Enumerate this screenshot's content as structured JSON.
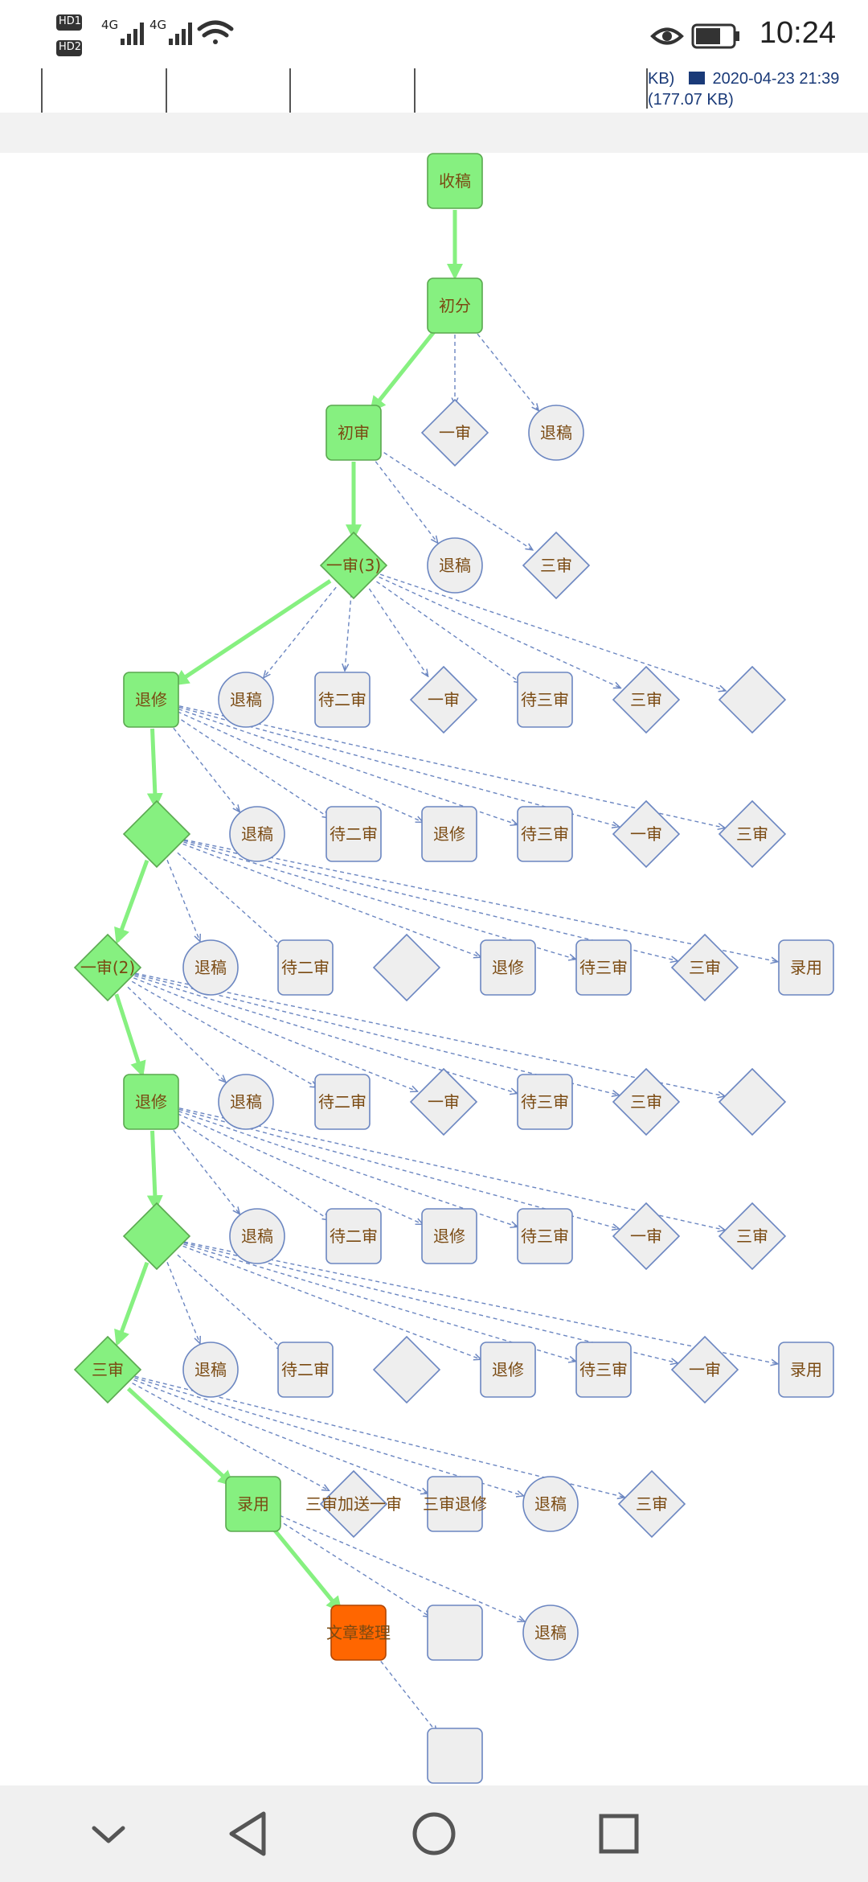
{
  "status_bar": {
    "sim1_badge": "HD1",
    "sim2_badge": "HD2",
    "net1": "4G",
    "net2": "4G",
    "time": "10:24",
    "icons": [
      "hd-icon",
      "signal-icon",
      "wifi-icon",
      "eye-icon",
      "battery-icon"
    ]
  },
  "file_info": {
    "prefix": "KB)",
    "date": "2020-04-23 21:39",
    "size": "(177.07 KB)"
  },
  "colors": {
    "main_green": "#86f080",
    "green_edge": "#5aa84f",
    "node_grey": "#eeeeee",
    "node_border": "#6b86c1",
    "highlight_orange": "#ff6600",
    "label": "#7a4a12"
  },
  "nav_bar": {
    "icons": [
      "chevron-down-icon",
      "back-icon",
      "home-icon",
      "recents-icon"
    ]
  },
  "nodes": [
    {
      "id": "n1",
      "shape": "rect",
      "label": "收稿",
      "style": "green"
    },
    {
      "id": "n2",
      "shape": "rect",
      "label": "初分",
      "style": "green"
    },
    {
      "id": "n3",
      "shape": "rect",
      "label": "初审",
      "style": "green"
    },
    {
      "id": "n4",
      "shape": "diamond",
      "label": "一审",
      "style": "grey"
    },
    {
      "id": "n5",
      "shape": "circle",
      "label": "退稿",
      "style": "grey"
    },
    {
      "id": "n6",
      "shape": "diamond",
      "label": "一审(3)",
      "style": "green"
    },
    {
      "id": "n7",
      "shape": "circle",
      "label": "退稿",
      "style": "grey"
    },
    {
      "id": "n8",
      "shape": "diamond",
      "label": "三审",
      "style": "grey"
    },
    {
      "id": "n9",
      "shape": "rect",
      "label": "退修",
      "style": "green"
    },
    {
      "id": "n10",
      "shape": "circle",
      "label": "退稿",
      "style": "grey"
    },
    {
      "id": "n11",
      "shape": "rect",
      "label": "待二审",
      "style": "grey"
    },
    {
      "id": "n12",
      "shape": "diamond",
      "label": "一审",
      "style": "grey"
    },
    {
      "id": "n13",
      "shape": "rect",
      "label": "待三审",
      "style": "grey"
    },
    {
      "id": "n14",
      "shape": "diamond",
      "label": "三审",
      "style": "grey"
    },
    {
      "id": "n15",
      "shape": "diamond",
      "label": "",
      "style": "grey"
    },
    {
      "id": "n16",
      "shape": "diamond",
      "label": "",
      "style": "green"
    },
    {
      "id": "n17",
      "shape": "circle",
      "label": "退稿",
      "style": "grey"
    },
    {
      "id": "n18",
      "shape": "rect",
      "label": "待二审",
      "style": "grey"
    },
    {
      "id": "n19",
      "shape": "rect",
      "label": "退修",
      "style": "grey"
    },
    {
      "id": "n20",
      "shape": "rect",
      "label": "待三审",
      "style": "grey"
    },
    {
      "id": "n21",
      "shape": "diamond",
      "label": "一审",
      "style": "grey"
    },
    {
      "id": "n22",
      "shape": "diamond",
      "label": "三审",
      "style": "grey"
    },
    {
      "id": "n23",
      "shape": "diamond",
      "label": "一审(2)",
      "style": "green"
    },
    {
      "id": "n24",
      "shape": "circle",
      "label": "退稿",
      "style": "grey"
    },
    {
      "id": "n25",
      "shape": "rect",
      "label": "待二审",
      "style": "grey"
    },
    {
      "id": "n26",
      "shape": "diamond",
      "label": "",
      "style": "grey"
    },
    {
      "id": "n27",
      "shape": "rect",
      "label": "退修",
      "style": "grey"
    },
    {
      "id": "n28",
      "shape": "rect",
      "label": "待三审",
      "style": "grey"
    },
    {
      "id": "n29",
      "shape": "diamond",
      "label": "三审",
      "style": "grey"
    },
    {
      "id": "n30",
      "shape": "rect",
      "label": "录用",
      "style": "grey"
    },
    {
      "id": "n31",
      "shape": "rect",
      "label": "退修",
      "style": "green"
    },
    {
      "id": "n32",
      "shape": "circle",
      "label": "退稿",
      "style": "grey"
    },
    {
      "id": "n33",
      "shape": "rect",
      "label": "待二审",
      "style": "grey"
    },
    {
      "id": "n34",
      "shape": "diamond",
      "label": "一审",
      "style": "grey"
    },
    {
      "id": "n35",
      "shape": "rect",
      "label": "待三审",
      "style": "grey"
    },
    {
      "id": "n36",
      "shape": "diamond",
      "label": "三审",
      "style": "grey"
    },
    {
      "id": "n37",
      "shape": "diamond",
      "label": "",
      "style": "grey"
    },
    {
      "id": "n38",
      "shape": "diamond",
      "label": "",
      "style": "green"
    },
    {
      "id": "n39",
      "shape": "circle",
      "label": "退稿",
      "style": "grey"
    },
    {
      "id": "n40",
      "shape": "rect",
      "label": "待二审",
      "style": "grey"
    },
    {
      "id": "n41",
      "shape": "rect",
      "label": "退修",
      "style": "grey"
    },
    {
      "id": "n42",
      "shape": "rect",
      "label": "待三审",
      "style": "grey"
    },
    {
      "id": "n43",
      "shape": "diamond",
      "label": "一审",
      "style": "grey"
    },
    {
      "id": "n44",
      "shape": "diamond",
      "label": "三审",
      "style": "grey"
    },
    {
      "id": "n45",
      "shape": "diamond",
      "label": "三审",
      "style": "green"
    },
    {
      "id": "n46",
      "shape": "circle",
      "label": "退稿",
      "style": "grey"
    },
    {
      "id": "n47",
      "shape": "rect",
      "label": "待二审",
      "style": "grey"
    },
    {
      "id": "n48",
      "shape": "diamond",
      "label": "",
      "style": "grey"
    },
    {
      "id": "n49",
      "shape": "rect",
      "label": "退修",
      "style": "grey"
    },
    {
      "id": "n50",
      "shape": "rect",
      "label": "待三审",
      "style": "grey"
    },
    {
      "id": "n51",
      "shape": "diamond",
      "label": "一审",
      "style": "grey"
    },
    {
      "id": "n52",
      "shape": "rect",
      "label": "录用",
      "style": "grey"
    },
    {
      "id": "n53",
      "shape": "rect",
      "label": "录用",
      "style": "green"
    },
    {
      "id": "n54",
      "shape": "diamond",
      "label": "三审加送一审",
      "style": "grey"
    },
    {
      "id": "n55",
      "shape": "rect",
      "label": "三审退修",
      "style": "grey"
    },
    {
      "id": "n56",
      "shape": "circle",
      "label": "退稿",
      "style": "grey"
    },
    {
      "id": "n57",
      "shape": "diamond",
      "label": "三审",
      "style": "grey"
    },
    {
      "id": "n58",
      "shape": "rect",
      "label": "文章整理",
      "style": "orange"
    },
    {
      "id": "n59",
      "shape": "rect",
      "label": "",
      "style": "grey"
    },
    {
      "id": "n60",
      "shape": "circle",
      "label": "退稿",
      "style": "grey"
    },
    {
      "id": "n61",
      "shape": "rect",
      "label": "",
      "style": "grey"
    }
  ],
  "edges": [
    {
      "from": "n1",
      "to": "n2",
      "kind": "main"
    },
    {
      "from": "n2",
      "to": "n3",
      "kind": "main"
    },
    {
      "from": "n2",
      "to": "n4",
      "kind": "alt"
    },
    {
      "from": "n2",
      "to": "n5",
      "kind": "alt"
    },
    {
      "from": "n3",
      "to": "n6",
      "kind": "main"
    },
    {
      "from": "n3",
      "to": "n7",
      "kind": "alt"
    },
    {
      "from": "n3",
      "to": "n8",
      "kind": "alt"
    },
    {
      "from": "n6",
      "to": "n9",
      "kind": "main"
    },
    {
      "from": "n6",
      "to": "n10",
      "kind": "alt"
    },
    {
      "from": "n6",
      "to": "n11",
      "kind": "alt"
    },
    {
      "from": "n6",
      "to": "n12",
      "kind": "alt"
    },
    {
      "from": "n6",
      "to": "n13",
      "kind": "alt"
    },
    {
      "from": "n6",
      "to": "n14",
      "kind": "alt"
    },
    {
      "from": "n6",
      "to": "n15",
      "kind": "alt"
    },
    {
      "from": "n9",
      "to": "n16",
      "kind": "main"
    },
    {
      "from": "n9",
      "to": "n17",
      "kind": "alt"
    },
    {
      "from": "n9",
      "to": "n18",
      "kind": "alt"
    },
    {
      "from": "n9",
      "to": "n19",
      "kind": "alt"
    },
    {
      "from": "n9",
      "to": "n20",
      "kind": "alt"
    },
    {
      "from": "n9",
      "to": "n21",
      "kind": "alt"
    },
    {
      "from": "n9",
      "to": "n22",
      "kind": "alt"
    },
    {
      "from": "n16",
      "to": "n23",
      "kind": "main"
    },
    {
      "from": "n16",
      "to": "n24",
      "kind": "alt"
    },
    {
      "from": "n16",
      "to": "n25",
      "kind": "alt"
    },
    {
      "from": "n16",
      "to": "n27",
      "kind": "alt"
    },
    {
      "from": "n16",
      "to": "n28",
      "kind": "alt"
    },
    {
      "from": "n16",
      "to": "n29",
      "kind": "alt"
    },
    {
      "from": "n16",
      "to": "n30",
      "kind": "alt"
    },
    {
      "from": "n23",
      "to": "n31",
      "kind": "main"
    },
    {
      "from": "n23",
      "to": "n32",
      "kind": "alt"
    },
    {
      "from": "n23",
      "to": "n33",
      "kind": "alt"
    },
    {
      "from": "n23",
      "to": "n34",
      "kind": "alt"
    },
    {
      "from": "n23",
      "to": "n35",
      "kind": "alt"
    },
    {
      "from": "n23",
      "to": "n36",
      "kind": "alt"
    },
    {
      "from": "n23",
      "to": "n37",
      "kind": "alt"
    },
    {
      "from": "n31",
      "to": "n38",
      "kind": "main"
    },
    {
      "from": "n31",
      "to": "n39",
      "kind": "alt"
    },
    {
      "from": "n31",
      "to": "n40",
      "kind": "alt"
    },
    {
      "from": "n31",
      "to": "n41",
      "kind": "alt"
    },
    {
      "from": "n31",
      "to": "n42",
      "kind": "alt"
    },
    {
      "from": "n31",
      "to": "n43",
      "kind": "alt"
    },
    {
      "from": "n31",
      "to": "n44",
      "kind": "alt"
    },
    {
      "from": "n38",
      "to": "n45",
      "kind": "main"
    },
    {
      "from": "n38",
      "to": "n46",
      "kind": "alt"
    },
    {
      "from": "n38",
      "to": "n47",
      "kind": "alt"
    },
    {
      "from": "n38",
      "to": "n49",
      "kind": "alt"
    },
    {
      "from": "n38",
      "to": "n50",
      "kind": "alt"
    },
    {
      "from": "n38",
      "to": "n51",
      "kind": "alt"
    },
    {
      "from": "n38",
      "to": "n52",
      "kind": "alt"
    },
    {
      "from": "n45",
      "to": "n53",
      "kind": "main"
    },
    {
      "from": "n45",
      "to": "n54",
      "kind": "alt"
    },
    {
      "from": "n45",
      "to": "n55",
      "kind": "alt"
    },
    {
      "from": "n45",
      "to": "n56",
      "kind": "alt"
    },
    {
      "from": "n45",
      "to": "n57",
      "kind": "alt"
    },
    {
      "from": "n53",
      "to": "n58",
      "kind": "main"
    },
    {
      "from": "n53",
      "to": "n59",
      "kind": "alt"
    },
    {
      "from": "n53",
      "to": "n60",
      "kind": "alt"
    },
    {
      "from": "n58",
      "to": "n61",
      "kind": "alt"
    }
  ]
}
